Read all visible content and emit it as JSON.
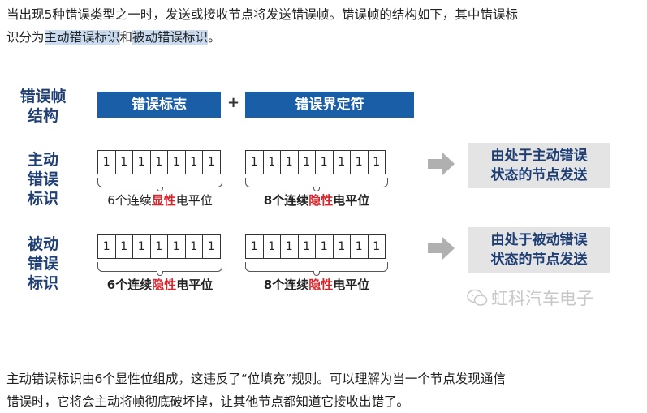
{
  "intro": {
    "line1": "当出现5种错误类型之一时，发送或接收节点将发送错误帧。错误帧的结构如下，其中错误标",
    "line2_prefix": "识分为",
    "active_flag": "主动错误标识",
    "conj": "和",
    "passive_flag": "被动错误标识",
    "end": "。"
  },
  "figure": {
    "structure_label": [
      "错误帧",
      "结构"
    ],
    "flag_box": "错误标志",
    "plus": "+",
    "delimiter_box": "错误界定符",
    "active": {
      "label": [
        "主动",
        "错误",
        "标识"
      ],
      "flag_bits": [
        "1",
        "1",
        "1",
        "1",
        "1",
        "1",
        "1"
      ],
      "flag_caption": {
        "pre": "6个连续",
        "red": "显性",
        "post": "电平位"
      },
      "delim_bits": [
        "1",
        "1",
        "1",
        "1",
        "1",
        "1",
        "1",
        "1"
      ],
      "delim_caption": {
        "pre": "8个连续",
        "red": "隐性",
        "post": "电平位"
      },
      "result": [
        "由处于主动错误",
        "状态的节点发送"
      ]
    },
    "passive": {
      "label": [
        "被动",
        "错误",
        "标识"
      ],
      "flag_bits": [
        "1",
        "1",
        "1",
        "1",
        "1",
        "1",
        "1"
      ],
      "flag_caption": {
        "pre": "6个连续",
        "red": "隐性",
        "post": "电平位"
      },
      "delim_bits": [
        "1",
        "1",
        "1",
        "1",
        "1",
        "1",
        "1",
        "1"
      ],
      "delim_caption": {
        "pre": "8个连续",
        "red": "隐性",
        "post": "电平位"
      },
      "result": [
        "由处于被动错误",
        "状态的节点发送"
      ]
    },
    "watermark": "虹科汽车电子",
    "colors": {
      "box_blue": "#1a5ea8",
      "label_navy": "#1f3f74",
      "red": "#d8262d",
      "arrow_gray": "#b0b0b0"
    }
  },
  "outro": {
    "line1": "主动错误标识由6个显性位组成，这违反了“位填充”规则。可以理解为当一个节点发现通信",
    "line2": "错误时，它将会主动将帧彻底破坏掉，让其他节点都知道它接收出错了。"
  }
}
